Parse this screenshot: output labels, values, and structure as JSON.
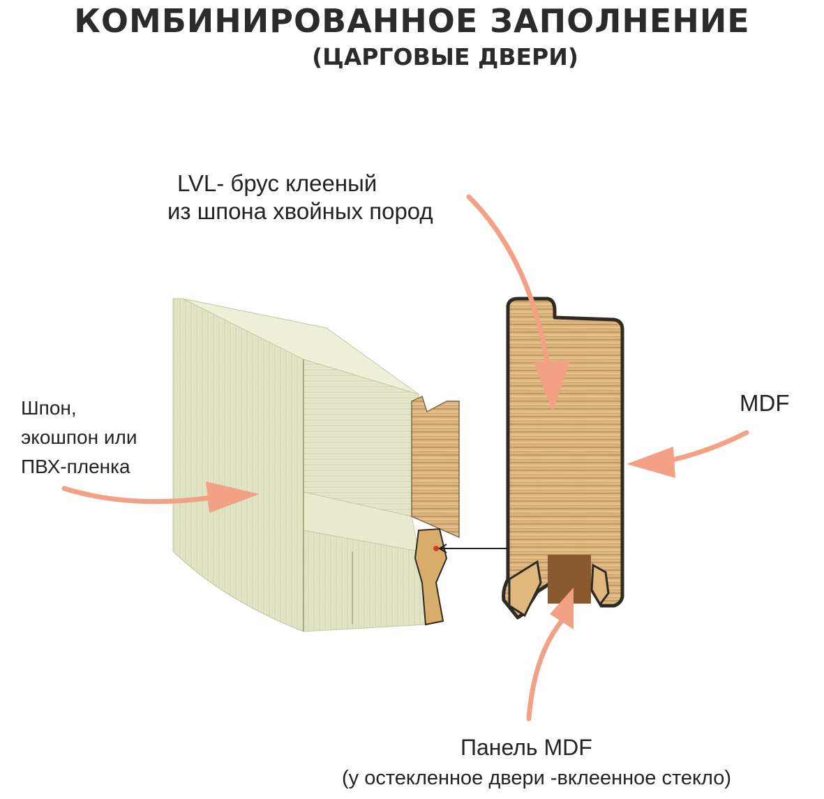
{
  "header": {
    "title": "КОМБИНИРОВАННОЕ ЗАПОЛНЕНИЕ",
    "subtitle": "(ЦАРГОВЫЕ ДВЕРИ)"
  },
  "labels": {
    "lvl_line1": "LVL- брус клееный",
    "lvl_line2": "из шпона хвойных пород",
    "veneer_line1": "Шпон,",
    "veneer_line2": "экошпон или",
    "veneer_line3": "ПВХ-пленка",
    "mdf": "MDF",
    "panel": "Панель MDF",
    "panel_note": "(у остекленное двери -вклеенное стекло)"
  },
  "colors": {
    "arrow": "#f3a184",
    "veneer_face": "#e3e6c6",
    "veneer_grain": "#c9cda6",
    "lvl_core": "#d9b27a",
    "lvl_stripe": "#b88e57",
    "edge": "#2e2a24"
  }
}
